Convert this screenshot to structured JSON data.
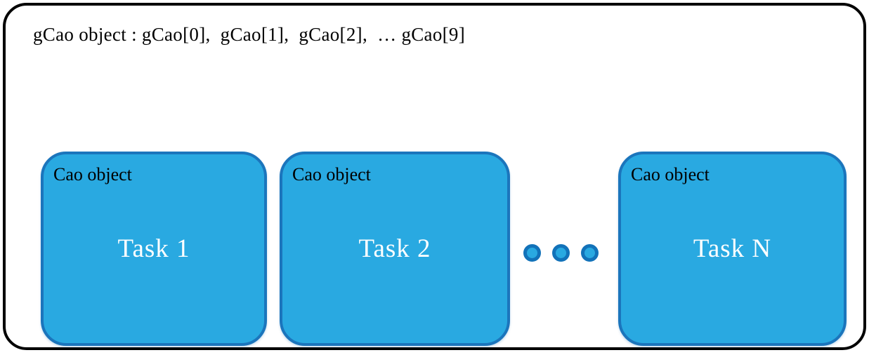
{
  "figure": {
    "header_text": "gCao object : gCao[0],  gCao[1],  gCao[2],  … gCao[9]"
  },
  "boxes": [
    {
      "label": "Cao object",
      "task": "Task 1"
    },
    {
      "label": "Cao object",
      "task": "Task 2"
    },
    {
      "label": "Cao object",
      "task": "Task N"
    }
  ],
  "ellipsis": {
    "count": 3,
    "icon": "ellipsis-dot-icon"
  },
  "colors": {
    "box_fill": "#29A9E1",
    "box_border": "#1B75BC",
    "dot_ring": "#1272B9",
    "dot_fill": "#29A9E1",
    "frame_border": "#000000",
    "task_text": "#FFFFFF",
    "label_text": "#000000"
  }
}
